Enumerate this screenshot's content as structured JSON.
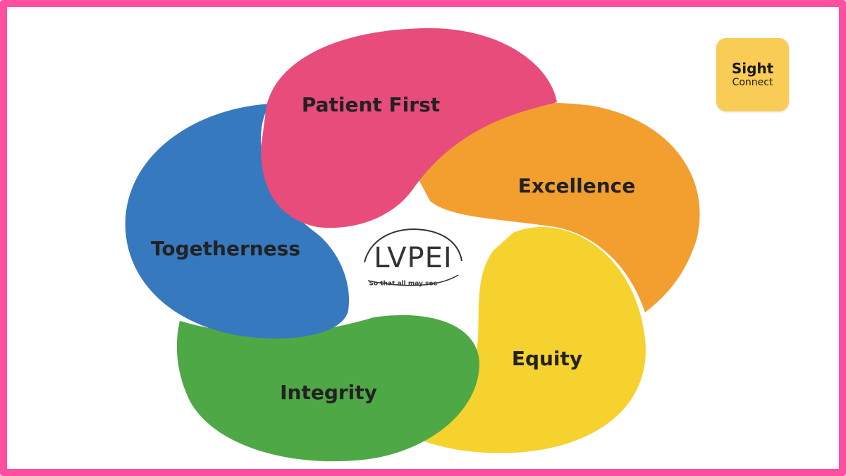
{
  "diagram": {
    "petals": [
      {
        "label": "Patient First",
        "color": "#e84c7a"
      },
      {
        "label": "Excellence",
        "color": "#f29f30"
      },
      {
        "label": "Equity",
        "color": "#f5d22e"
      },
      {
        "label": "Integrity",
        "color": "#4ea846"
      },
      {
        "label": "Togetherness",
        "color": "#3679bf"
      }
    ],
    "center_logo": {
      "name": "LVPEI",
      "tagline": "So that all may see"
    }
  },
  "badge": {
    "title": "Sight",
    "subtitle": "Connect",
    "color": "#f9cc55"
  },
  "frame": {
    "border_color": "#ff4fa0"
  }
}
